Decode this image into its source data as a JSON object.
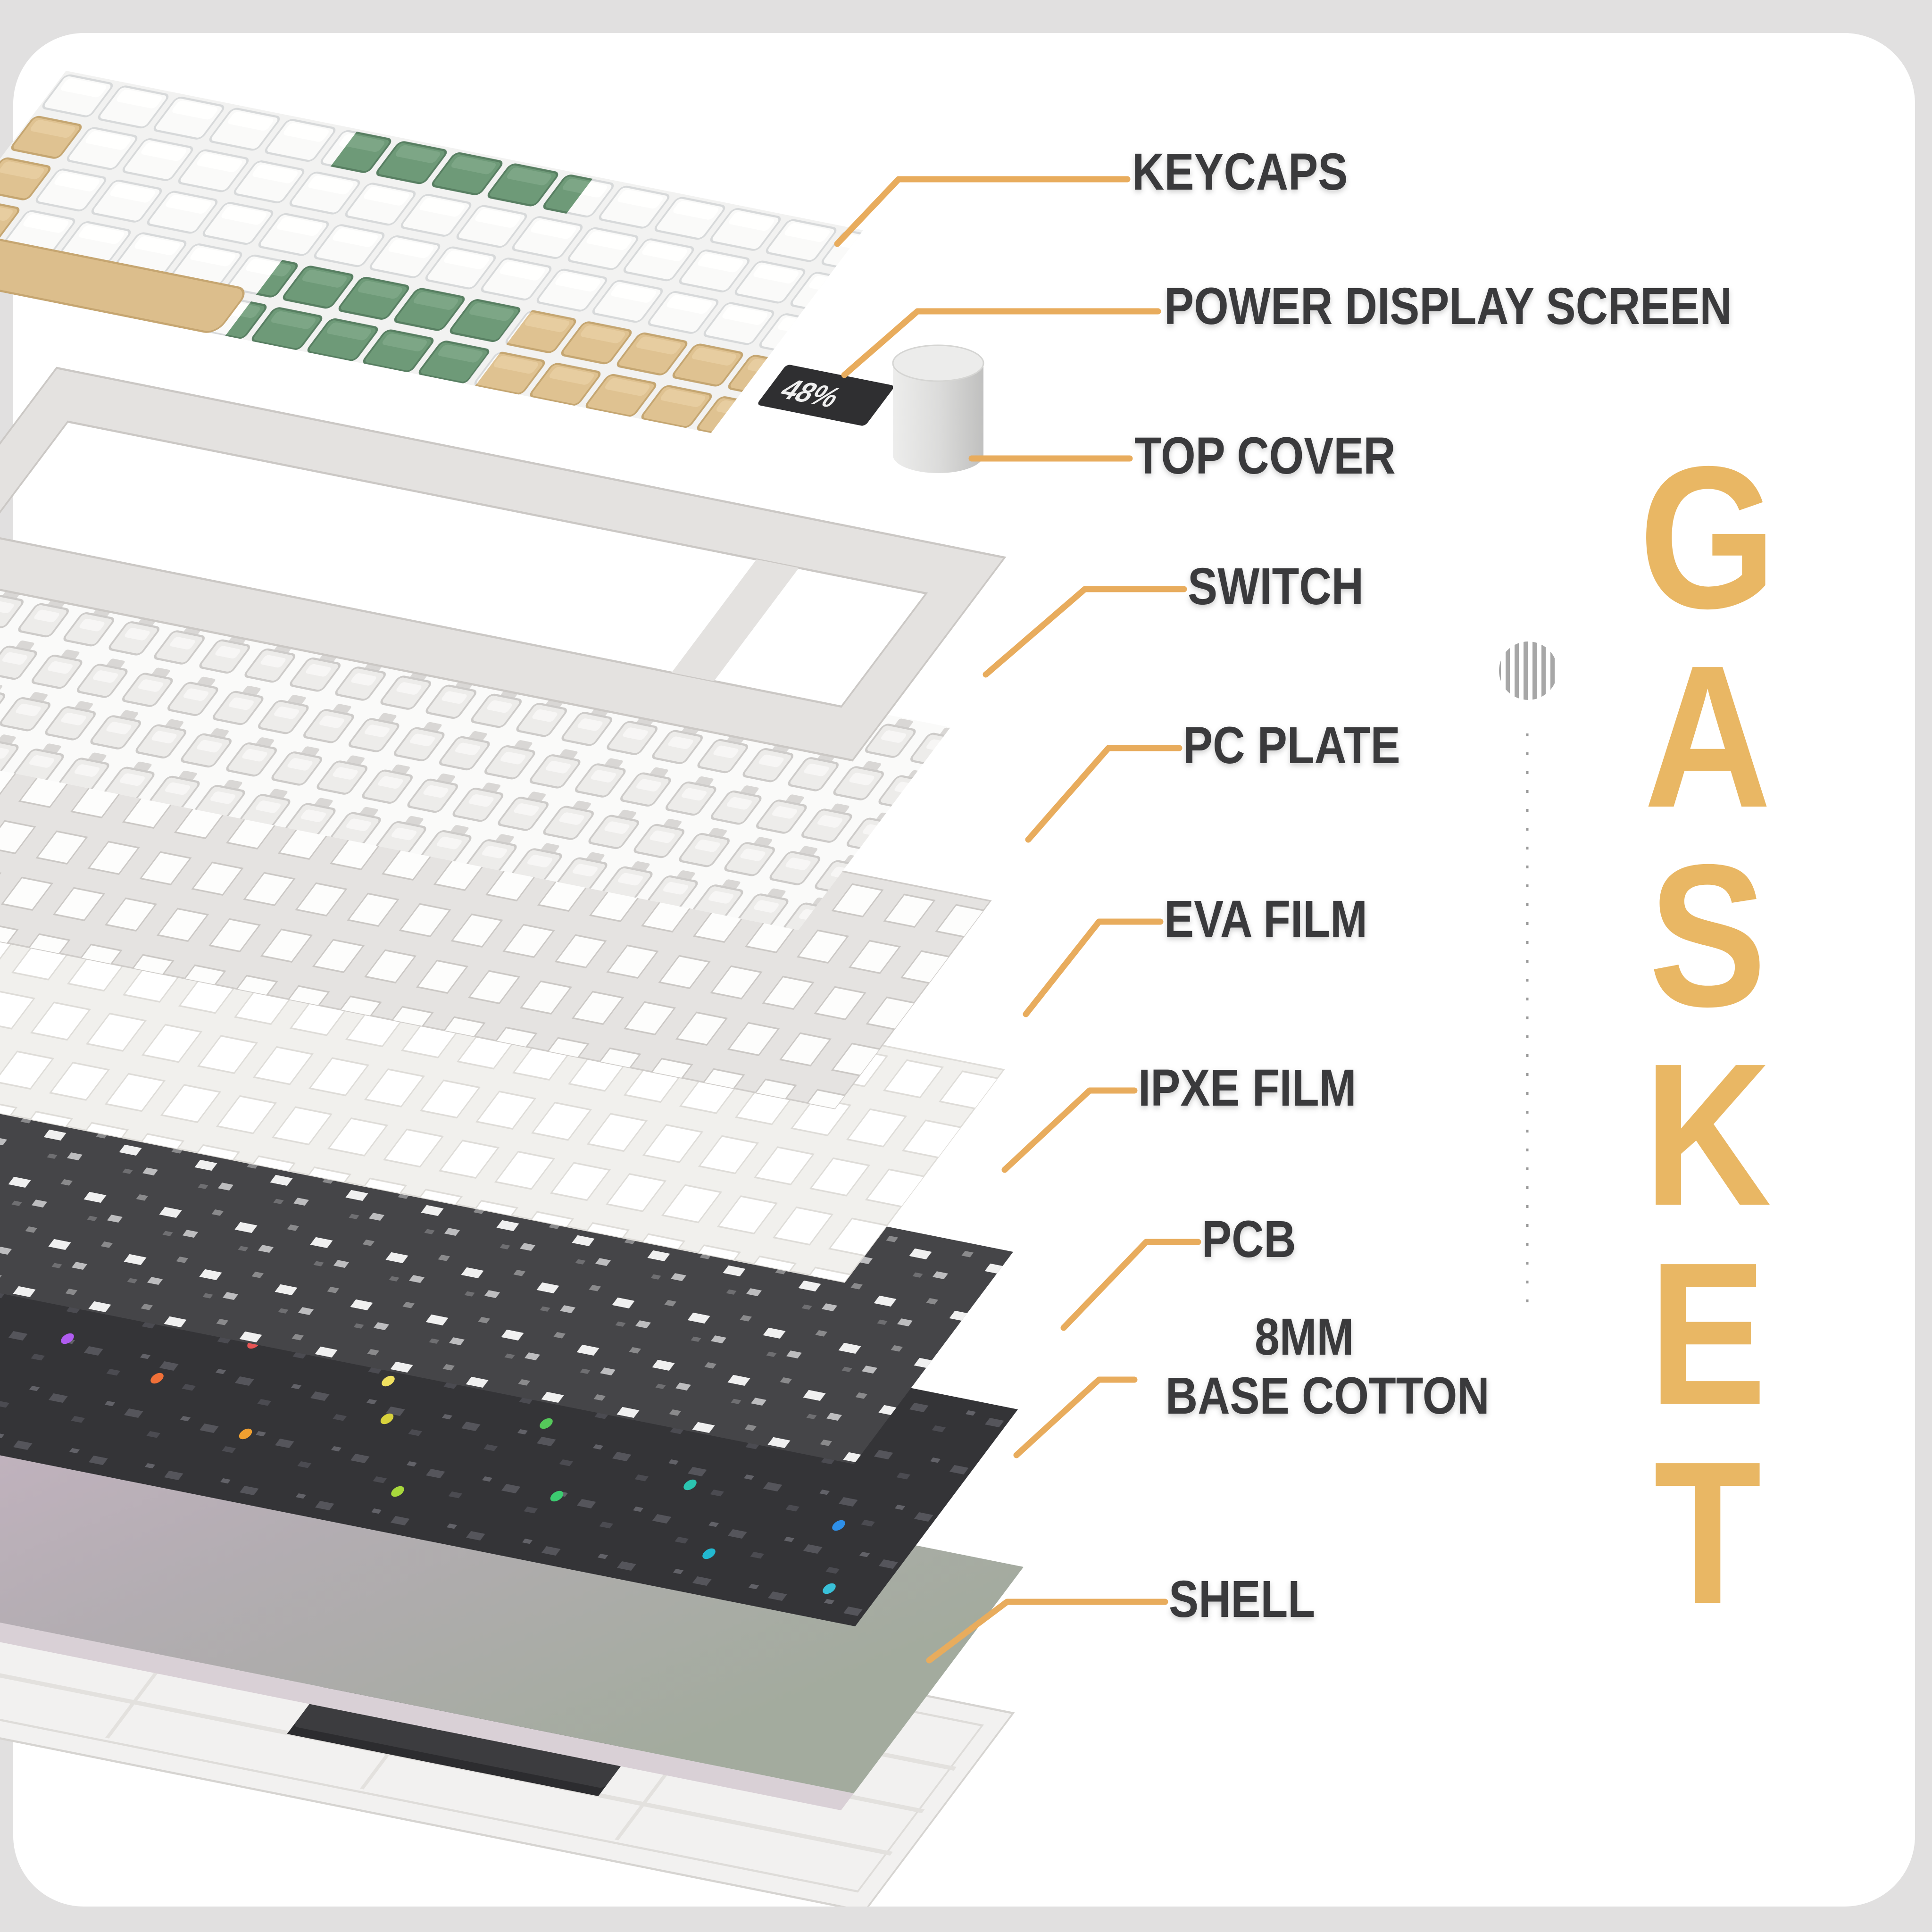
{
  "page": {
    "background_color": "#E1E0E0",
    "card_color": "#FFFFFF"
  },
  "diagram": {
    "side_text": {
      "text": "GASKET",
      "letters": [
        "G",
        "A",
        "S",
        "K",
        "E",
        "T"
      ],
      "color": "#E9B764"
    },
    "labels": [
      {
        "id": "keycaps",
        "text": "KEYCAPS"
      },
      {
        "id": "power-display-screen",
        "text": "POWER DISPLAY SCREEN"
      },
      {
        "id": "top-cover",
        "text": "TOP COVER"
      },
      {
        "id": "switch",
        "text": "SWITCH"
      },
      {
        "id": "pc-plate",
        "text": "PC PLATE"
      },
      {
        "id": "eva-film",
        "text": "EVA FILM"
      },
      {
        "id": "ipxe-film",
        "text": "IPXE FILM"
      },
      {
        "id": "pcb",
        "text": "PCB"
      },
      {
        "id": "base-cotton",
        "line1": "8MM",
        "line2": "BASE COTTON"
      },
      {
        "id": "shell",
        "text": "SHELL"
      }
    ],
    "screen_value": "48%",
    "colors": {
      "leader_line": "#E8AC5D",
      "label_text": "#3A3A3C",
      "side_text_gold": "#E9B764",
      "keycap_green": "#6E9A78",
      "keycap_tan": "#DCBE8C",
      "pcb_dark": "#343437",
      "film_dark": "#454548",
      "cotton_lavender": "#C6B4C2",
      "shell_white": "#F2F1F0"
    }
  }
}
